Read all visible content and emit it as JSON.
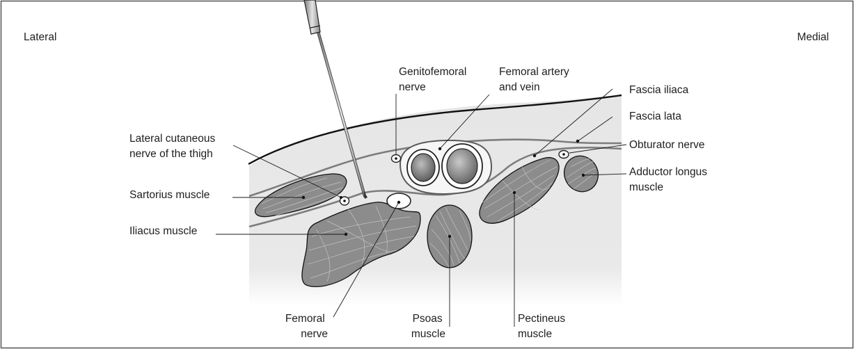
{
  "directions": {
    "lateral": "Lateral",
    "medial": "Medial"
  },
  "labels": {
    "genitofemoral": [
      "Genitofemoral",
      "nerve"
    ],
    "femoral_vessels": [
      "Femoral artery",
      "and vein"
    ],
    "fascia_iliaca": [
      "Fascia iliaca"
    ],
    "fascia_lata": [
      "Fascia lata"
    ],
    "obturator": [
      "Obturator nerve"
    ],
    "adductor": [
      "Adductor longus",
      "muscle"
    ],
    "lcn": [
      "Lateral cutaneous",
      "nerve of the thigh"
    ],
    "sartorius": [
      "Sartorius muscle"
    ],
    "iliacus": [
      "Iliacus muscle"
    ],
    "femoral_nerve": [
      "Femoral",
      "nerve"
    ],
    "psoas": [
      "Psoas",
      "muscle"
    ],
    "pectineus": [
      "Pectineus",
      "muscle"
    ]
  },
  "colors": {
    "muscle": "#8c8c8c",
    "tissue": "#e8e8e8",
    "fascia": "#7d7d7d",
    "frame": "#555555"
  }
}
